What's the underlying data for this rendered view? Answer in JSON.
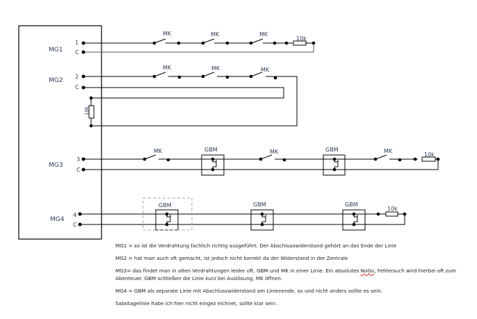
{
  "diagram": {
    "groups": [
      {
        "id": "MG1",
        "label": "MG1",
        "terminals": [
          "1",
          "C"
        ],
        "components": [
          "MK",
          "MK",
          "MK",
          "10k"
        ]
      },
      {
        "id": "MG2",
        "label": "MG2",
        "terminals": [
          "2",
          "C"
        ],
        "components": [
          "MK",
          "MK",
          "MK"
        ],
        "resistor_at_panel": "10k"
      },
      {
        "id": "MG3",
        "label": "MG3",
        "terminals": [
          "3",
          "C"
        ],
        "components": [
          "MK",
          "GBM",
          "MK",
          "GBM",
          "MK",
          "10k"
        ]
      },
      {
        "id": "MG4",
        "label": "MG4",
        "terminals": [
          "4",
          "C"
        ],
        "components": [
          "GBM",
          "GBM",
          "GBM",
          "10k"
        ]
      }
    ],
    "labels": {
      "mk": "MK",
      "gbm": "GBM",
      "resistor": "10k"
    }
  },
  "notes": {
    "mg1": "MG1 = so ist die Verdrahtung fachlich richtig ausgeführt. Der Abschlusswiderstand gehört an das Ende der Linie",
    "mg2": "MG2 = hat man auch oft gemacht, ist jedoch nicht korrekt da der Widerstand in der Zentrale",
    "mg3_a": "MG3= das findet man in alten Verdrahtungen leider oft. GBM und MK in einer Linie. Ein absolutes ",
    "mg3_nogo": "NoGo",
    "mg3_b": ", Fehlersuch wird hierbei oft zum",
    "mg3_c": "Abenteuer. GBM schließen die Linie kurz bei Auslösung, MK öffnen.",
    "mg4": "MG4 = GBM als separate Linie mit Abschlusswiderstand am Linienende, so und nicht anders sollte es sein.",
    "sabotage": "Sabotagelinie habe ich hier nicht eingez eichnet, sollte klar sein ."
  }
}
